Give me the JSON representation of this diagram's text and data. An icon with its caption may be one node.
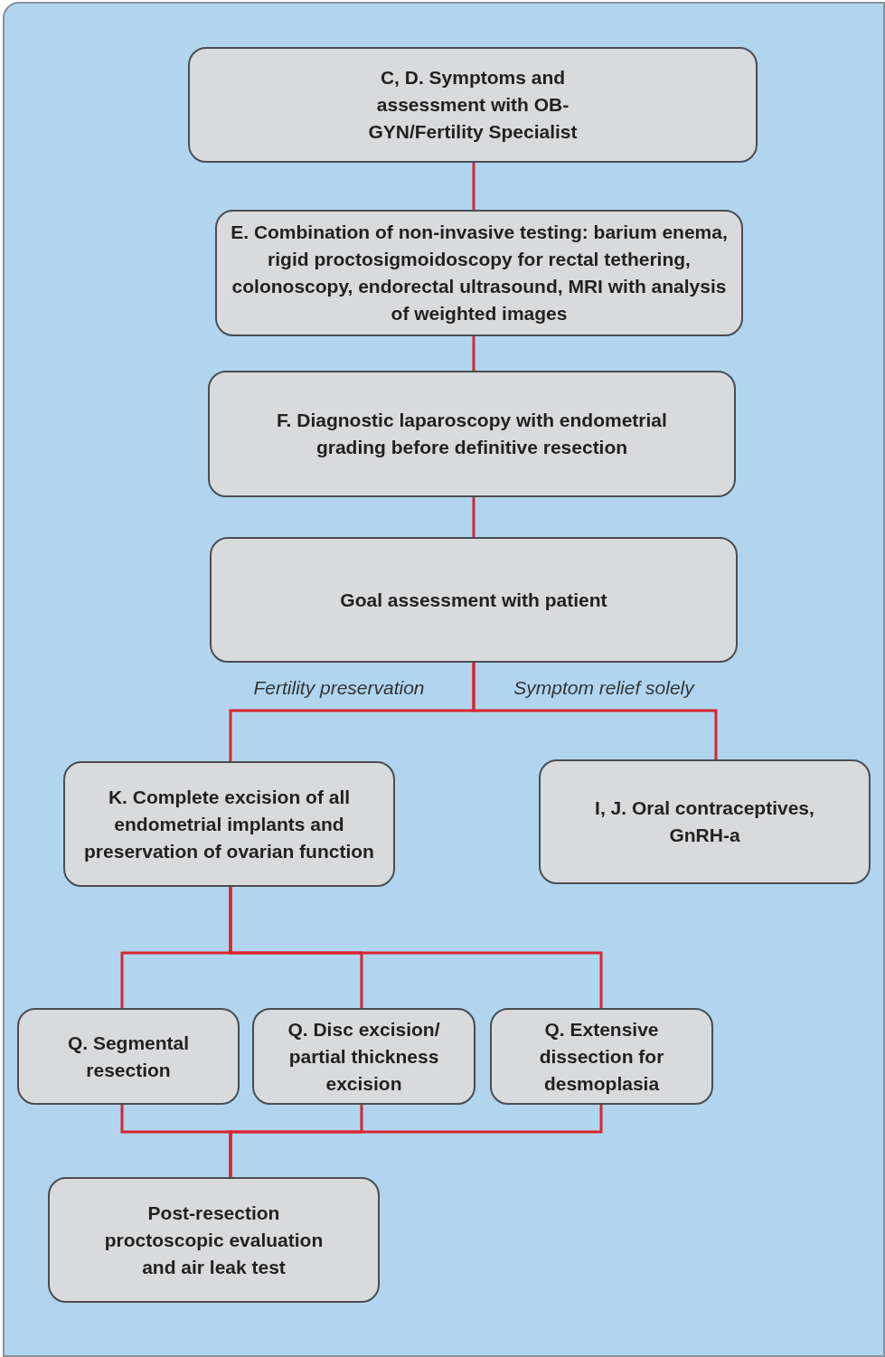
{
  "diagram": {
    "nodes": [
      {
        "text": [
          "C, D. Symptoms and assessment with OB-GYN/Fertility Specialist"
        ]
      },
      {
        "text": [
          "E. Combination of non-invasive testing: barium enema, rigid proctosigmoidoscopy for rectal tethering, colonoscopy, endorectal ultrasound, MRI with analysis of weighted images"
        ]
      },
      {
        "text": [
          "F. Diagnostic laparoscopy with endometrial grading before definitive resection"
        ]
      },
      {
        "text": [
          "Goal assessment with patient"
        ]
      },
      {
        "text": [
          "K. Complete excision of all endometrial implants and preservation of ovarian function"
        ]
      },
      {
        "text": [
          "I, J. Oral contraceptives, GnRH-a"
        ]
      },
      {
        "text": [
          "Q. Segmental resection"
        ]
      },
      {
        "text": [
          "Q. Disc excision/ partial thickness excision"
        ]
      },
      {
        "text": [
          "Q. Extensive dissection for desmoplasia"
        ]
      },
      {
        "text": [
          "Post-resection proctoscopic evaluation and air leak test"
        ]
      }
    ],
    "edges": [
      {
        "from": 0,
        "to": 1,
        "arrow": "none"
      },
      {
        "from": 1,
        "to": 2,
        "arrow": "none"
      },
      {
        "from": 2,
        "to": 3,
        "arrow": "none"
      },
      {
        "from": 3,
        "to": 4,
        "arrow": "none",
        "label": "Fertility preservation"
      },
      {
        "from": 3,
        "to": 5,
        "arrow": "none",
        "label": "Symptom relief solely"
      },
      {
        "from": 4,
        "to": 6,
        "arrow": "none"
      },
      {
        "from": 4,
        "to": 7,
        "arrow": "none"
      },
      {
        "from": 4,
        "to": 8,
        "arrow": "none"
      },
      {
        "from": 6,
        "to": 9,
        "arrow": "none"
      },
      {
        "from": 7,
        "to": 9,
        "arrow": "none"
      },
      {
        "from": 8,
        "to": 9,
        "arrow": "none"
      }
    ]
  }
}
